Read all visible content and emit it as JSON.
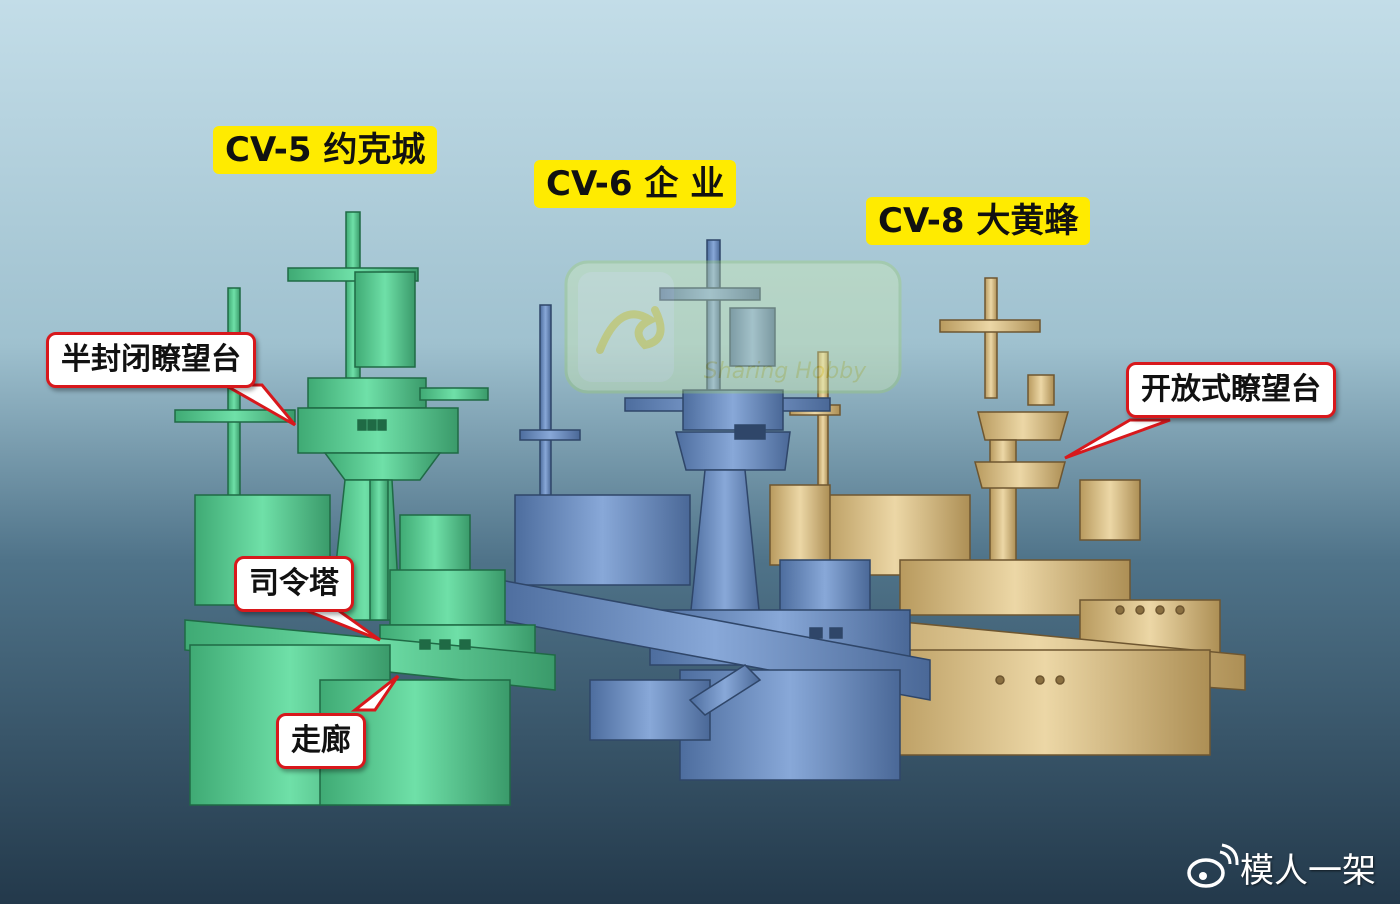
{
  "labels": {
    "cv5": "CV-5 约克城",
    "cv6": "CV-6  企 业",
    "cv8": "CV-8 大黄蜂"
  },
  "callouts": {
    "semi_enclosed": "半封闭瞭望台",
    "open": "开放式瞭望台",
    "conning_tower": "司令塔",
    "gallery": "走廊"
  },
  "watermark": {
    "text": "模人一架",
    "icon": "weibo-icon"
  },
  "center_logo": {
    "text": "Sharing Hobby",
    "icon": "swirl-logo-icon"
  },
  "colors": {
    "cv5": "#5fd39a",
    "cv6": "#6d8fc3",
    "cv8": "#d9c08a",
    "label_bg": "#ffeb00",
    "callout_border": "#d8181c"
  }
}
